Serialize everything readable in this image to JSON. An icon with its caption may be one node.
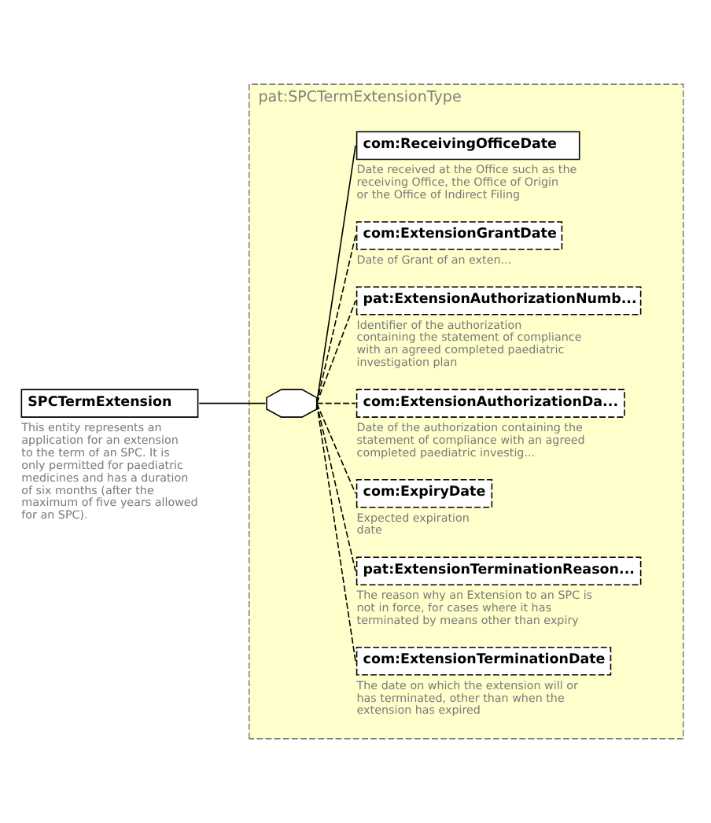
{
  "diagram": {
    "nodes": [
      {
        "text": [
          "SPCTermExtension"
        ],
        "beside": [
          "This entity represents an application for an extension to the term of an SPC. It is only permitted for paediatric medicines and has a duration of six months (after the maximum of five years allowed for an SPC)."
        ]
      },
      {
        "text": [
          "pat:SPCTermExtensionType"
        ]
      },
      {
        "text": [],
        "shape": "octagon",
        "in": 1
      },
      {
        "text": [
          "com:ReceivingOfficeDate"
        ],
        "beside": [
          "Date received at the Office such as the receiving Office, the Office of Origin or the Office of Indirect Filing"
        ],
        "in": 1
      },
      {
        "text": [
          "com:ExtensionGrantDate"
        ],
        "beside": [
          "Date of Grant of an exten..."
        ],
        "in": 1
      },
      {
        "text": [
          "pat:ExtensionAuthorizationNumb..."
        ],
        "beside": [
          "Identifier of the authorization containing the statement of compliance with an agreed completed paediatric investigation plan"
        ],
        "in": 1
      },
      {
        "text": [
          "com:ExtensionAuthorizationDa..."
        ],
        "beside": [
          "Date of the authorization containing the statement of compliance with an agreed completed paediatric investig..."
        ],
        "in": 1
      },
      {
        "text": [
          "com:ExpiryDate"
        ],
        "beside": [
          "Expected expiration date"
        ],
        "in": 1
      },
      {
        "text": [
          "pat:ExtensionTerminationReason..."
        ],
        "beside": [
          "The reason why an Extension to an SPC is not in force, for cases where it has terminated by means other than expiry"
        ],
        "in": 1
      },
      {
        "text": [
          "com:ExtensionTerminationDate"
        ],
        "beside": [
          "The date on which the extension will or has terminated, other than when the extension has expired"
        ],
        "in": 1
      }
    ],
    "edges": [
      {
        "from": 0,
        "to": 2,
        "arrow": "none"
      },
      {
        "from": 2,
        "to": 3,
        "arrow": "none"
      },
      {
        "from": 2,
        "to": 4,
        "arrow": "none",
        "style": "dashed"
      },
      {
        "from": 2,
        "to": 5,
        "arrow": "none",
        "style": "dashed"
      },
      {
        "from": 2,
        "to": 6,
        "arrow": "none",
        "style": "dashed"
      },
      {
        "from": 2,
        "to": 7,
        "arrow": "none",
        "style": "dashed"
      },
      {
        "from": 2,
        "to": 8,
        "arrow": "none",
        "style": "dashed"
      },
      {
        "from": 2,
        "to": 9,
        "arrow": "none",
        "style": "dashed"
      }
    ]
  }
}
